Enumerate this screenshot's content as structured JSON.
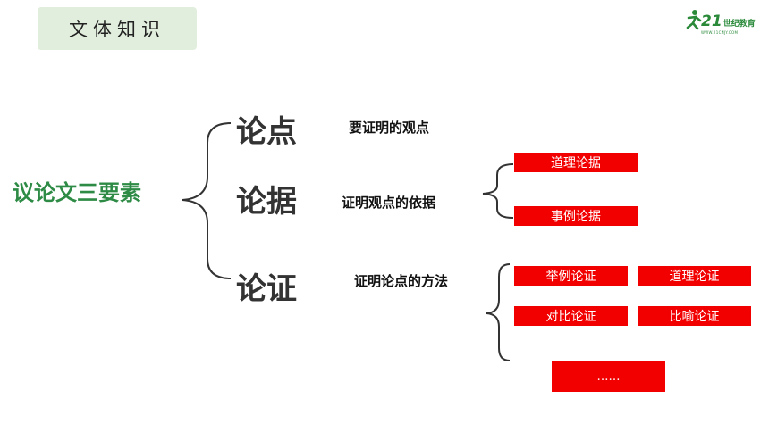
{
  "header": {
    "tag_label": "文体知识"
  },
  "logo": {
    "brand": "21",
    "brand_suffix": "世纪教育",
    "tagline": "WWW.21CNJY.COM"
  },
  "diagram": {
    "root": "议论文三要素",
    "elements": [
      {
        "name": "论点",
        "desc": "要证明的观点"
      },
      {
        "name": "论据",
        "desc": "证明观点的依据",
        "types": [
          "道理论据",
          "事例论据"
        ]
      },
      {
        "name": "论证",
        "desc": "证明论点的方法",
        "methods": [
          "举例论证",
          "道理论证",
          "对比论证",
          "比喻论证",
          "……"
        ]
      }
    ]
  },
  "colors": {
    "accent_green": "#2e8b46",
    "box_red": "#f20000",
    "tag_bg": "#e2eedd"
  }
}
